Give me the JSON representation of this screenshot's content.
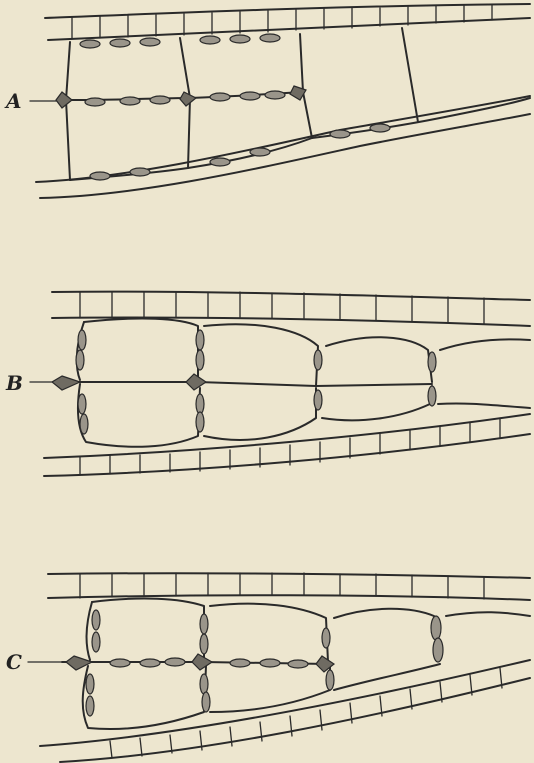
{
  "figure": {
    "panels": [
      {
        "id": "a",
        "label": "A"
      },
      {
        "id": "b",
        "label": "B"
      },
      {
        "id": "c",
        "label": "C"
      }
    ]
  },
  "colors": {
    "background": "#ede6cf",
    "ink": "#2a2a2a"
  }
}
